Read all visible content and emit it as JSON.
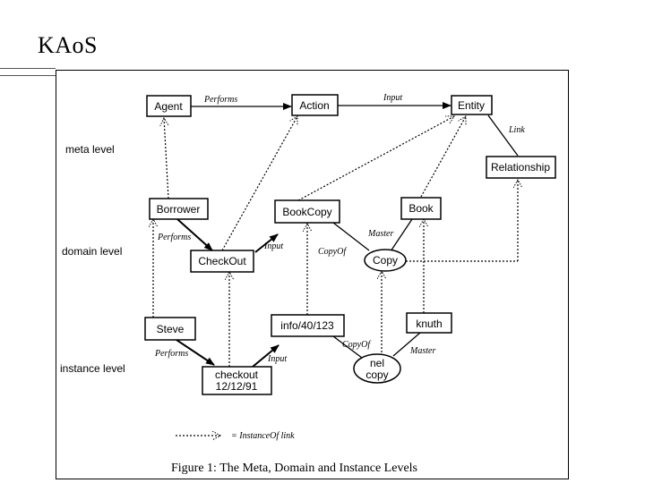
{
  "slide": {
    "title": "KAoS"
  },
  "levels": {
    "meta": "meta level",
    "domain": "domain level",
    "instance": "instance level"
  },
  "nodes": {
    "agent": "Agent",
    "action": "Action",
    "entity": "Entity",
    "relationship": "Relationship",
    "borrower": "Borrower",
    "bookcopy": "BookCopy",
    "book": "Book",
    "checkout": "CheckOut",
    "copy": "Copy",
    "steve": "Steve",
    "info": "info/40/123",
    "knuth": "knuth",
    "checkout_inst_line1": "checkout",
    "checkout_inst_line2": "12/12/91",
    "nel_copy_line1": "nel",
    "nel_copy_line2": "copy"
  },
  "links": {
    "performs_meta": "Performs",
    "input_meta": "Input",
    "link_meta": "Link",
    "performs_domain": "Performs",
    "input_domain": "Input",
    "copyof_domain": "CopyOf",
    "master_domain": "Master",
    "performs_inst": "Performs",
    "input_inst": "Input",
    "copyof_inst": "CopyOf",
    "master_inst": "Master"
  },
  "legend": {
    "label": "= InstanceOf link"
  },
  "caption": "Figure 1: The Meta, Domain and Instance Levels"
}
